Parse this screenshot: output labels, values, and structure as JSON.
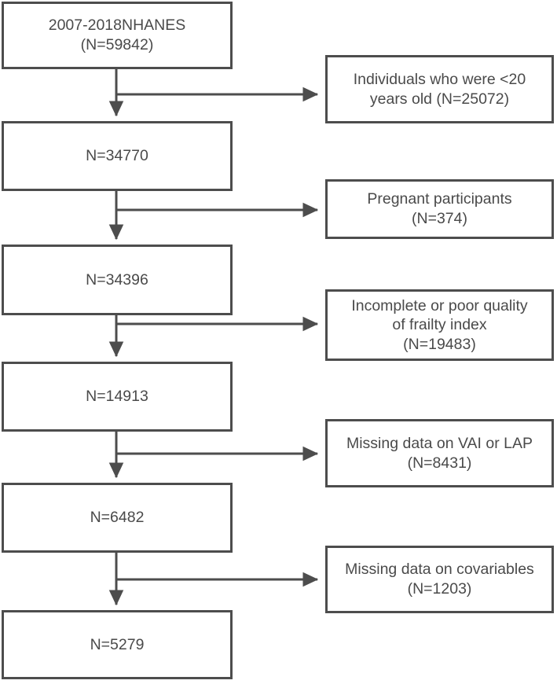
{
  "diagram": {
    "title": "NHANES participant selection flowchart",
    "stroke_color": "#4d4d4d",
    "text_color": "#4a4a4a",
    "background_color": "#ffffff"
  },
  "main_flow": [
    {
      "id": "n1",
      "text": "2007-2018NHANES\n(N=59842)"
    },
    {
      "id": "n2",
      "text": "N=34770"
    },
    {
      "id": "n3",
      "text": "N=34396"
    },
    {
      "id": "n4",
      "text": "N=14913"
    },
    {
      "id": "n5",
      "text": "N=6482"
    },
    {
      "id": "n6",
      "text": "N=5279"
    }
  ],
  "exclusions": [
    {
      "id": "e1",
      "text": "Individuals who were <20\nyears old (N=25072)"
    },
    {
      "id": "e2",
      "text": "Pregnant participants\n(N=374)"
    },
    {
      "id": "e3",
      "text": "Incomplete or poor quality\nof frailty index\n(N=19483)"
    },
    {
      "id": "e4",
      "text": "Missing data on VAI or LAP\n(N=8431)"
    },
    {
      "id": "e5",
      "text": "Missing data on covariables\n(N=1203)"
    }
  ]
}
